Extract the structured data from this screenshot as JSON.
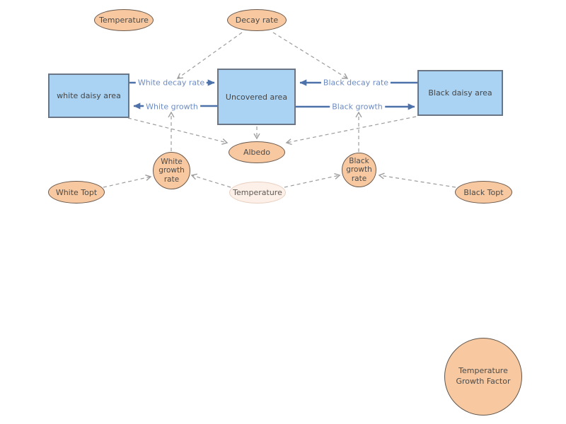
{
  "stocks": {
    "white_daisy_area": {
      "label": "white daisy area"
    },
    "uncovered_area": {
      "label": "Uncovered area"
    },
    "black_daisy_area": {
      "label": "Black daisy area"
    }
  },
  "flows": {
    "white_decay_rate": {
      "label": "White decay rate"
    },
    "white_growth": {
      "label": "White growth"
    },
    "black_decay_rate": {
      "label": "Black decay rate"
    },
    "black_growth": {
      "label": "Black growth"
    }
  },
  "variables": {
    "temperature_top": {
      "label": "Temperature"
    },
    "decay_rate": {
      "label": "Decay rate"
    },
    "albedo": {
      "label": "Albedo"
    },
    "temperature_ghost": {
      "label": "Temperature"
    },
    "white_growth_rate": {
      "label": "White growth rate"
    },
    "black_growth_rate": {
      "label": "Black growth rate"
    },
    "white_topt": {
      "label": "White Topt"
    },
    "black_topt": {
      "label": "Black Topt"
    },
    "temperature_growth_factor": {
      "label": "Temperature Growth Factor"
    }
  },
  "colors": {
    "stock_fill": "#a9d2f3",
    "stock_border": "#6a7686",
    "flow_line": "#4d71a9",
    "flow_label_text": "#6c8cc4",
    "variable_fill": "#f8c9a0",
    "variable_border": "#6b5a4e",
    "ghost_fill": "#fdf0e8",
    "ghost_border": "#e8d0c0",
    "link_line": "#9c9c9c",
    "text": "#4a4a4a",
    "background": "#ffffff"
  }
}
